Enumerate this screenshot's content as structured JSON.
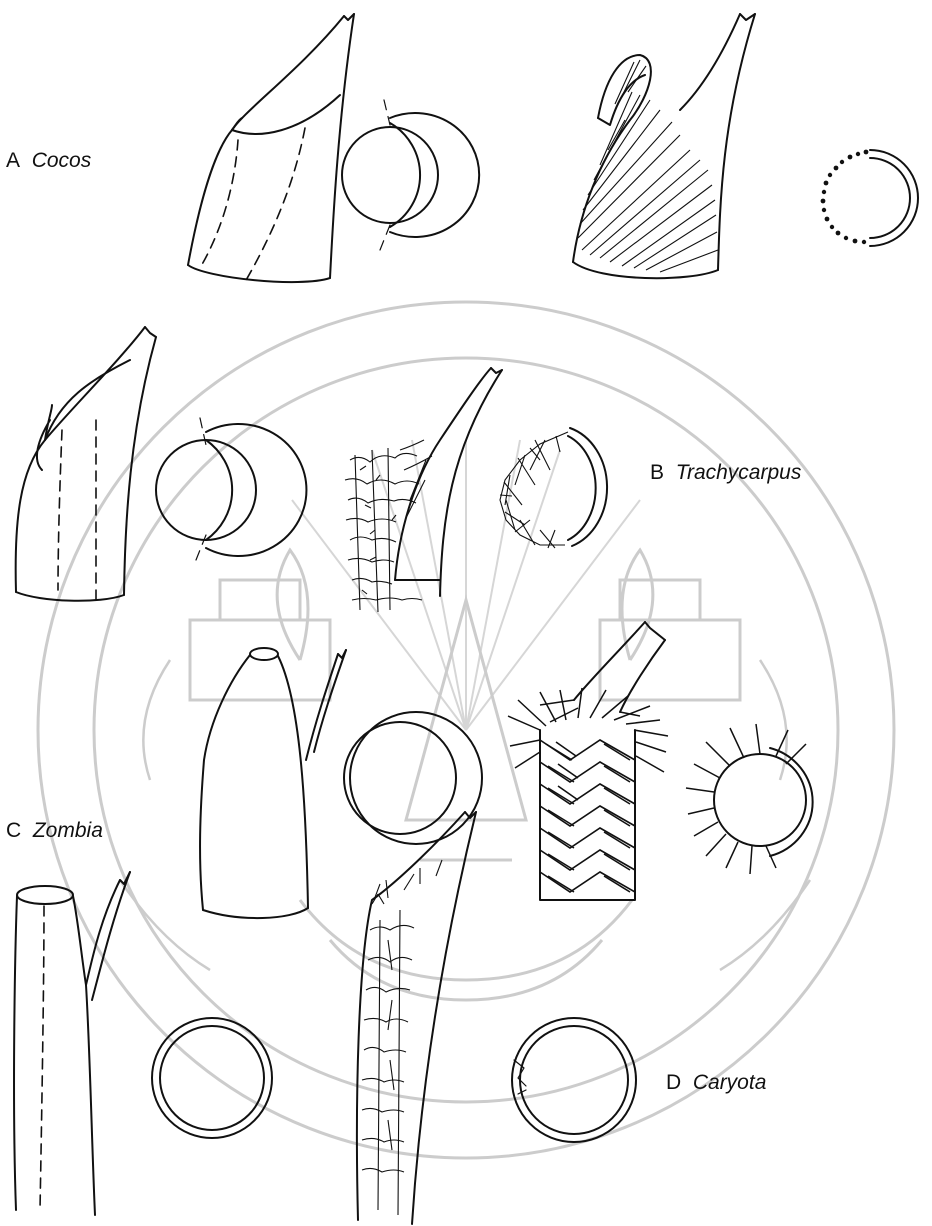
{
  "labels": {
    "a": {
      "letter": "A",
      "genus": "Cocos"
    },
    "b": {
      "letter": "B",
      "genus": "Trachycarpus"
    },
    "c": {
      "letter": "C",
      "genus": "Zombia"
    },
    "d": {
      "letter": "D",
      "genus": "Caryota"
    }
  },
  "colors": {
    "ink": "#111111",
    "watermark": "#cccccc",
    "background": "#ffffff"
  }
}
